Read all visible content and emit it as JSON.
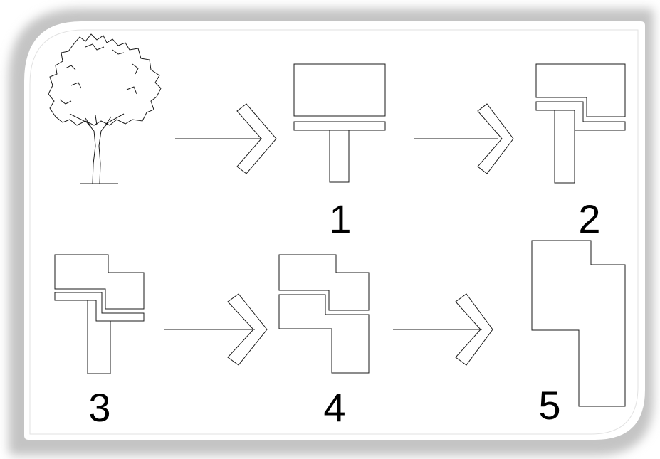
{
  "steps": [
    {
      "number": "1"
    },
    {
      "number": "2"
    },
    {
      "number": "3"
    },
    {
      "number": "4"
    },
    {
      "number": "5"
    }
  ],
  "colors": {
    "line": "#1a1a1a",
    "frame_fill": "#ffffff",
    "frame_shadow": "#c4c4c4"
  }
}
